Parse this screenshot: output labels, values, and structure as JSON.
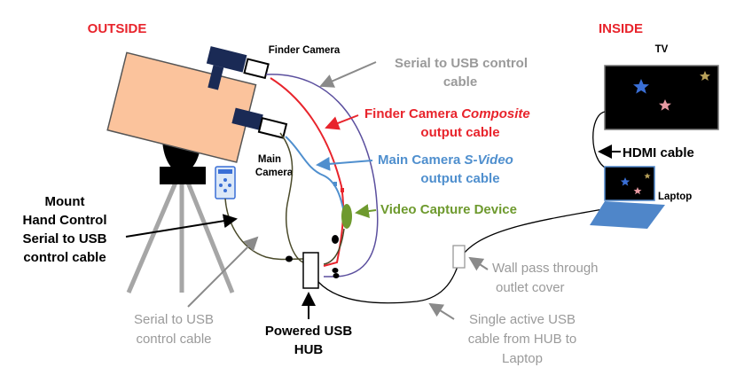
{
  "colors": {
    "outside": "#e8242c",
    "inside": "#e8242c",
    "black": "#000000",
    "gray": "#9a9a9a",
    "red": "#e8242c",
    "blue": "#4f8fce",
    "green": "#6e9a2e",
    "purple": "#5b4f9e",
    "olive": "#4a4a2a",
    "scope_body": "#fbc39c",
    "laptop_blue": "#4f86c9",
    "star_blue": "#3a6fd6",
    "star_pink": "#e89aa2",
    "star_gold": "#b8a15a"
  },
  "labels": {
    "outside": "OUTSIDE",
    "inside": "INSIDE",
    "finder_camera": "Finder Camera",
    "main_camera_1": "Main",
    "main_camera_2": "Camera",
    "serial_top_1": "Serial to USB control",
    "serial_top_2": "cable",
    "finder_out_1a": "Finder Camera ",
    "finder_out_1b": "Composite",
    "finder_out_2": "output cable",
    "main_out_1a": "Main Camera ",
    "main_out_1b": "S-Video",
    "main_out_2": "output cable",
    "capture": "Video Capture Device",
    "mount_1": "Mount",
    "mount_2": "Hand Control",
    "mount_3": "Serial to USB",
    "mount_4": "control cable",
    "serial_bottom_1": "Serial to USB",
    "serial_bottom_2": "control cable",
    "hub_1": "Powered USB",
    "hub_2": "HUB",
    "tv": "TV",
    "hdmi": "HDMI cable",
    "laptop": "Laptop",
    "wall_1": "Wall pass through",
    "wall_2": "outlet cover",
    "usb_1": "Single active USB",
    "usb_2": "cable from HUB to",
    "usb_3": "Laptop"
  }
}
